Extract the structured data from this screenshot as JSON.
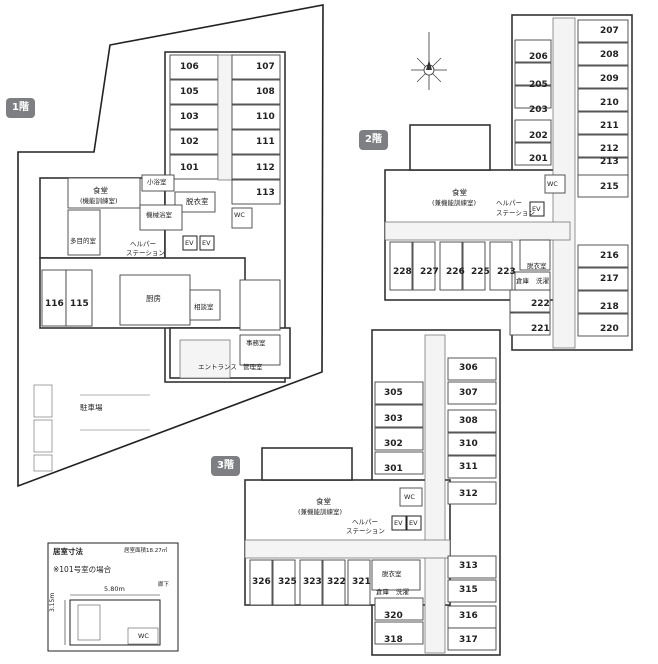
{
  "floors": {
    "f1": {
      "badge": "1階",
      "rooms": [
        "106",
        "105",
        "103",
        "102",
        "101",
        "107",
        "108",
        "110",
        "111",
        "112",
        "113",
        "116",
        "115"
      ],
      "labels": {
        "dining": "食堂",
        "dining_sub": "(機能訓練室)",
        "multi": "多目的室",
        "consult": "小浴室",
        "bath": "脱衣室",
        "bathroom": "機械浴室",
        "helper": "ヘルパー",
        "helper2": "ステーション",
        "kitchen": "厨房",
        "consult_room": "相談室",
        "office": "事務室",
        "entrance": "エントランス",
        "manager": "管理室",
        "parking": "駐車場",
        "wc": "WC",
        "ev1": "EV",
        "ev2": "EV"
      }
    },
    "f2": {
      "badge": "2階",
      "rooms": [
        "207",
        "206",
        "208",
        "205",
        "209",
        "203",
        "210",
        "211",
        "202",
        "212",
        "201",
        "213",
        "215",
        "216",
        "217",
        "218",
        "220",
        "222",
        "221",
        "228",
        "227",
        "226",
        "225",
        "223"
      ],
      "labels": {
        "dining": "食堂",
        "dining_sub": "(兼機能訓練室)",
        "helper": "ヘルパー",
        "helper2": "ステーション",
        "bath": "脱衣室",
        "storage": "倉庫",
        "laundry": "洗濯",
        "wc": "WC",
        "ev": "EV"
      }
    },
    "f3": {
      "badge": "3階",
      "rooms": [
        "306",
        "305",
        "307",
        "303",
        "308",
        "302",
        "310",
        "301",
        "311",
        "312",
        "313",
        "326",
        "325",
        "323",
        "322",
        "321",
        "315",
        "320",
        "316",
        "318",
        "317"
      ],
      "labels": {
        "dining": "食堂",
        "dining_sub": "(兼機能訓練室)",
        "helper": "ヘルパー",
        "helper2": "ステーション",
        "bath": "脱衣室",
        "storage": "倉庫",
        "laundry": "洗濯",
        "wc": "WC",
        "ev1": "EV",
        "ev2": "EV"
      }
    }
  },
  "legend": {
    "title": "居室寸法",
    "area_note": "居室面積18.27㎡",
    "case": "※101号室の場合",
    "corridor": "廊下",
    "width": "5.80m",
    "depth": "3.15m",
    "wc": "WC"
  },
  "compass_icon": "north-arrow-icon"
}
